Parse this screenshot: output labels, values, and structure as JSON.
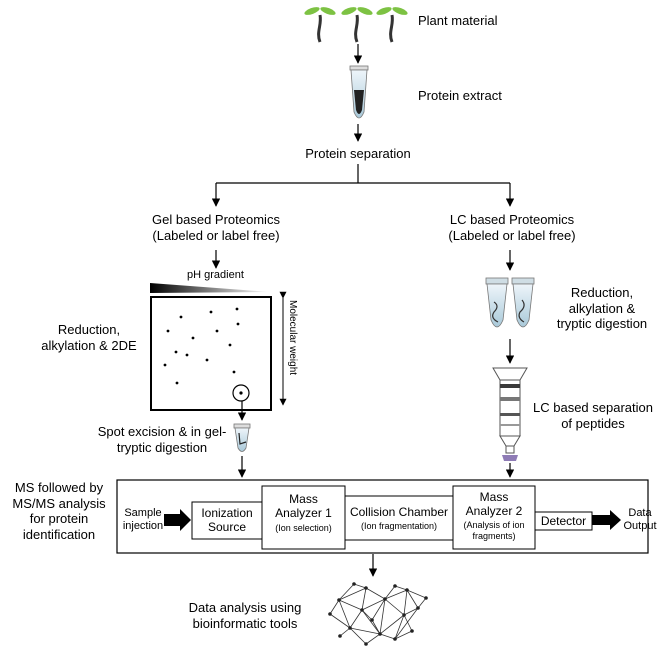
{
  "top": {
    "plant_material": "Plant material",
    "protein_extract": "Protein extract",
    "protein_separation": "Protein separation"
  },
  "gel_branch": {
    "title_line1": "Gel based Proteomics",
    "title_line2": "(Labeled or label free)",
    "ph_gradient": "pH gradient",
    "molecular_weight": "Molecular weight",
    "step_line1": "Reduction,",
    "step_line2": "alkylation & 2DE",
    "spot_line1": "Spot excision & in gel-",
    "spot_line2": "tryptic digestion"
  },
  "lc_branch": {
    "title_line1": "LC based Proteomics",
    "title_line2": "(Labeled or label free)",
    "step_line1": "Reduction,",
    "step_line2": "alkylation &",
    "step_line3": "tryptic digestion",
    "sep_line1": "LC based separation",
    "sep_line2": "of peptides"
  },
  "ms": {
    "side_line1": "MS followed by",
    "side_line2": "MS/MS analysis",
    "side_line3": "for protein",
    "side_line4": "identification",
    "sample_line1": "Sample",
    "sample_line2": "injection",
    "ionization_line1": "Ionization",
    "ionization_line2": "Source",
    "analyzer1_line1": "Mass",
    "analyzer1_line2": "Analyzer 1",
    "analyzer1_line3": "(Ion selection)",
    "collision_line1": "Collision Chamber",
    "collision_line2": "(Ion fragmentation)",
    "analyzer2_line1": "Mass",
    "analyzer2_line2": "Analyzer 2",
    "analyzer2_line3": "(Analysis of ion",
    "analyzer2_line4": "fragments)",
    "detector": "Detector",
    "output_line1": "Data",
    "output_line2": "Output"
  },
  "bottom": {
    "analysis_line1": "Data analysis using",
    "analysis_line2": "bioinformatic tools"
  },
  "colors": {
    "line": "#000000",
    "seedling_leaf": "#7dc243",
    "tube": "#bfd9e6",
    "column_band": "#3a3a3a",
    "purple_tip": "#8e7bb5"
  }
}
